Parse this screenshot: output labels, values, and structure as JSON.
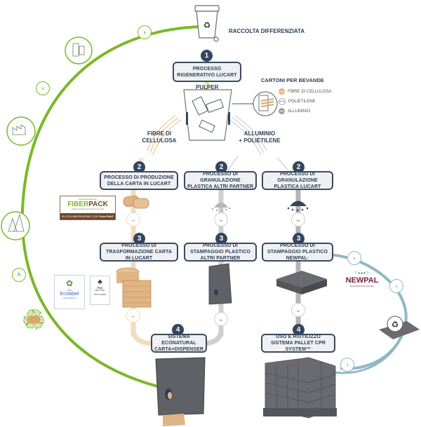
{
  "title": "Raccolta differenziata",
  "start_label": "RACCOLTA DIFFERENZIATA",
  "pulper_label": "PULPER",
  "carton_legend": {
    "title": "CARTONI PER BEVANDE",
    "items": [
      {
        "label": "FIBRE DI CELLULOSA",
        "percent": "75%",
        "color": "#e7b37e"
      },
      {
        "label": "POLIETILENE",
        "percent": "20%",
        "color": "#ffffff"
      },
      {
        "label": "ALLUMINIO",
        "percent": "5%",
        "color": "#9aa0a8"
      }
    ]
  },
  "branch_labels": {
    "left": "FIBRE DI\nCELLULOSA",
    "right": "ALLUMINIO\n+ POLIETILENE"
  },
  "steps": {
    "step1": {
      "number": "1",
      "label": "PROCESSO RIGENERATIVO LUCART"
    },
    "step2": [
      {
        "number": "2",
        "label": "PROCESSO DI PRODUZIONE DELLA CARTA IN LUCART"
      },
      {
        "number": "2",
        "label": "PROCESSO DI GRANULAZIONE PLASTICA ALTRI PARTNER"
      },
      {
        "number": "2",
        "label": "PROCESSO DI GRANULAZIONE PLASTICA LUCART"
      }
    ],
    "step3": [
      {
        "number": "3",
        "label": "PROCESSO DI TRASFORMAZIONE CARTA IN LUCART"
      },
      {
        "number": "3",
        "label": "PROCESSO DI STAMPAGGIO PLASTICO ALTRI PARTNER"
      },
      {
        "number": "3",
        "label": "PROCESSO DI STAMPAGGIO PLASTICO NEWPAL·"
      }
    ],
    "step4": [
      {
        "number": "4",
        "label": "SISTEMA ECONATURAL CARTA+DISPENSER"
      },
      {
        "number": "4",
        "label": "USO E RIUTILIZZO SISTEMA PALLET CPR SYSTEM™"
      }
    ]
  },
  "logos": {
    "fiberpack": {
      "url_text": "www.fiberpack.com",
      "name_a": "FIBER",
      "name_b": "PACK",
      "tagline": "Cellulosa riciclata dai cartoni per bevande",
      "partner": "IN COLLABORAZIONE CON",
      "partner_name": "Tetra Pak®"
    },
    "ecolabel": {
      "prefix": "EU",
      "name": "Ecolabel",
      "url": "www.ecolabel.eu"
    },
    "fsc": {
      "name": "FSC",
      "sub": "RECYCLED",
      "code": "FSC® C106600"
    },
    "newpal": {
      "name": "NEWPAL",
      "tagline": "ECOLOGIA DAL PALLET"
    }
  },
  "colors": {
    "green_loop": "#7ab829",
    "blue_loop": "#8fb8c8",
    "navy": "#34465e",
    "kraft": "#e0b583",
    "dark_gray": "#5f6166",
    "light_gray": "#bdbdbd"
  }
}
